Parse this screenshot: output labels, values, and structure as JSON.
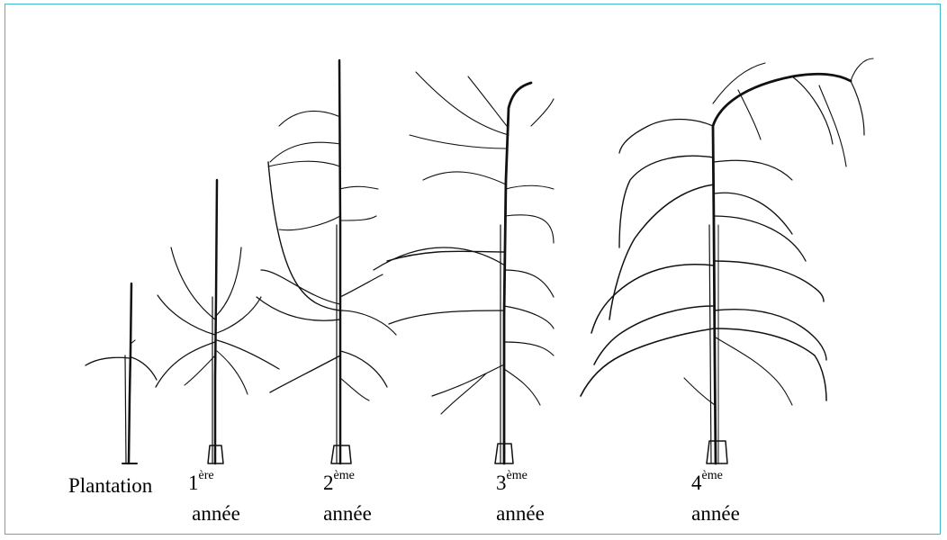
{
  "stages": [
    {
      "number": "",
      "suffix": "",
      "word": "Plantation"
    },
    {
      "number": "1",
      "suffix": "ère",
      "word": "année"
    },
    {
      "number": "2",
      "suffix": "ème",
      "word": "année"
    },
    {
      "number": "3",
      "suffix": "ème",
      "word": "année"
    },
    {
      "number": "4",
      "suffix": "ème",
      "word": "année"
    }
  ],
  "colors": {
    "border": "#3fb7c9",
    "ink": "#111111"
  }
}
